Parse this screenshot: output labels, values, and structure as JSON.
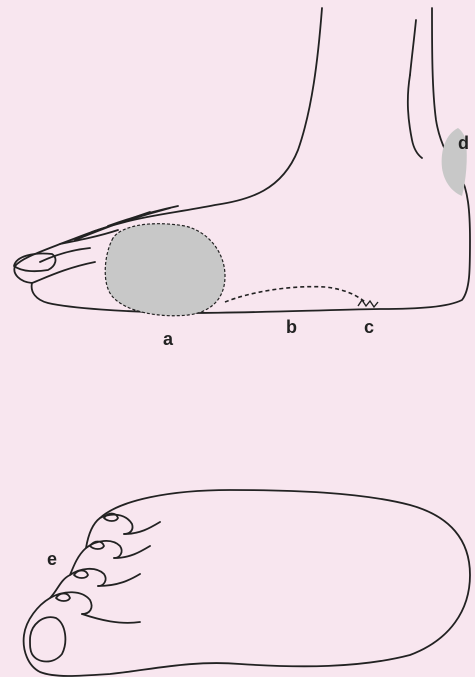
{
  "diagram": {
    "background_color": "#f8e6ef",
    "shade_color": "#c8c8c8",
    "line_color": "#222222",
    "side_view": {
      "labels": {
        "a": "a",
        "b": "b",
        "c": "c",
        "d": "d"
      }
    },
    "top_view": {
      "labels": {
        "e": "e"
      }
    }
  }
}
